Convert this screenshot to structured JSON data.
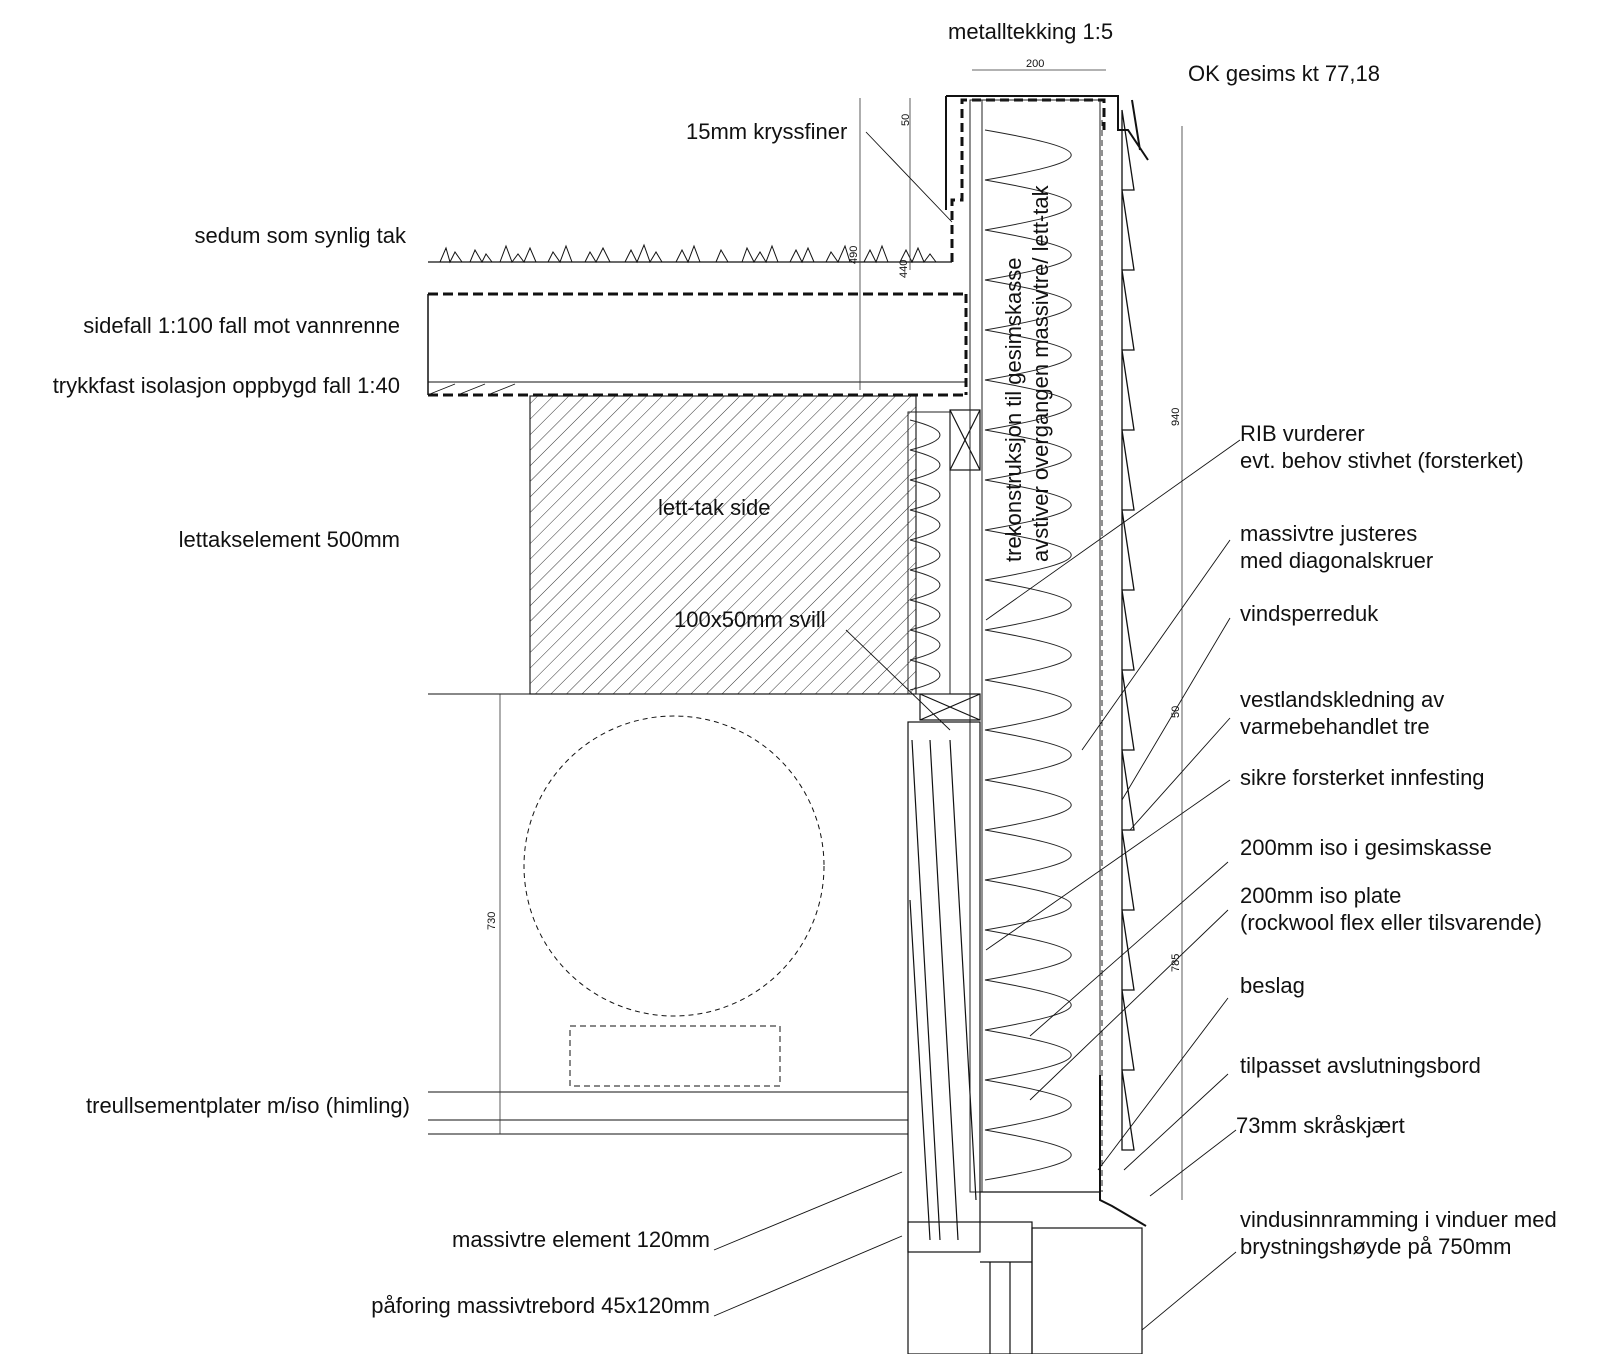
{
  "labels": {
    "metalltekking": "metalltekking 1:5",
    "ok_gesims": "OK gesims kt 77,18",
    "kryssfiner": "15mm kryssfiner",
    "sedum": "sedum som synlig tak",
    "sidefall": "sidefall 1:100 fall mot vannrenne",
    "trykkfast": "trykkfast isolasjon oppbygd fall 1:40",
    "lettakselement": "lettakselement 500mm",
    "lett_tak_side": "lett-tak side",
    "svill": "100x50mm svill",
    "trekonstruksjon_1": "trekonstruksjon til gesimskasse",
    "trekonstruksjon_2": "avstiver overgangen massivtre/ lett-tak",
    "rib_1": "RIB vurderer",
    "rib_2": "evt. behov stivhet (forsterket)",
    "massivtre_justeres_1": "massivtre justeres",
    "massivtre_justeres_2": "med diagonalskruer",
    "vindsperreduk": "vindsperreduk",
    "vestland_1": "vestlandskledning av",
    "vestland_2": "varmebehandlet tre",
    "sikre": "sikre forsterket innfesting",
    "iso_gesims": "200mm iso i gesimskasse",
    "iso_plate_1": "200mm iso plate",
    "iso_plate_2": "(rockwool flex eller tilsvarende)",
    "beslag": "beslag",
    "avslutningsbord": "tilpasset avslutningsbord",
    "skraskjaert": "73mm skråskjært",
    "vindu_1": "vindusinnramming i vinduer med",
    "vindu_2": "brystningshøyde på 750mm",
    "treullsement": "treullsementplater m/iso (himling)",
    "massivtre_element": "massivtre element 120mm",
    "paforing": "påforing massivtrebord 45x120mm"
  },
  "dimensions": {
    "d200": "200",
    "d50_top": "50",
    "d490": "490",
    "d440": "440",
    "d940": "940",
    "d50_mid": "50",
    "d730": "730",
    "d785": "785"
  }
}
